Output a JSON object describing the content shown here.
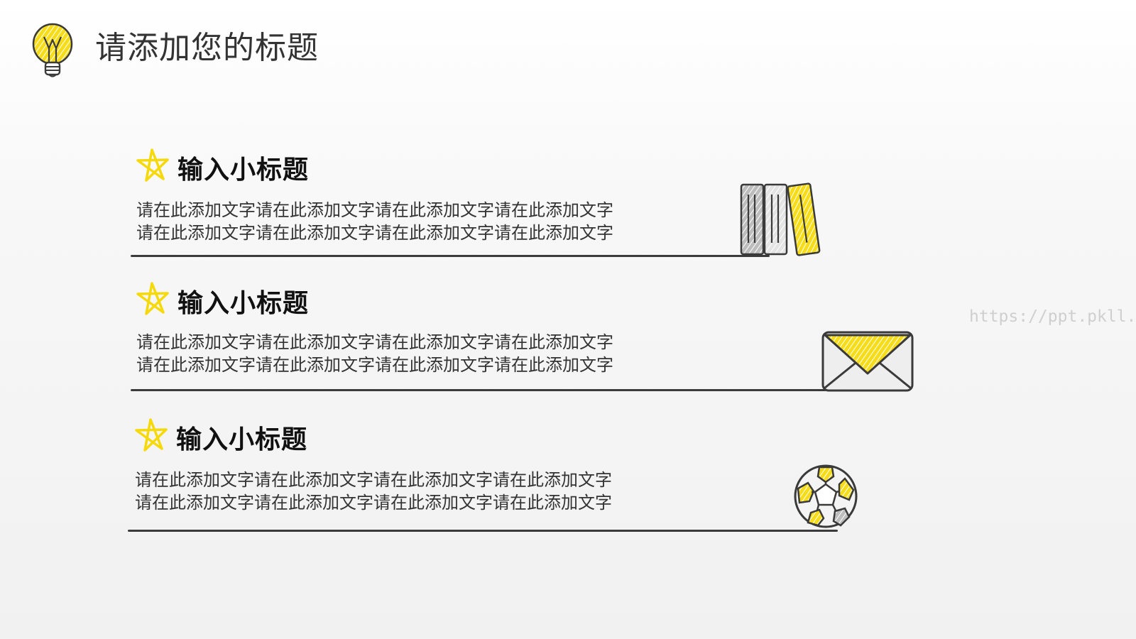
{
  "page": {
    "title": "请添加您的标题",
    "watermark": "https://ppt.pkll.de"
  },
  "sections": [
    {
      "heading": "输入小标题",
      "lines": [
        "请在此添加文字请在此添加文字请在此添加文字请在此添加文字",
        "请在此添加文字请在此添加文字请在此添加文字请在此添加文字"
      ],
      "icon": "books-icon"
    },
    {
      "heading": "输入小标题",
      "lines": [
        "请在此添加文字请在此添加文字请在此添加文字请在此添加文字",
        "请在此添加文字请在此添加文字请在此添加文字请在此添加文字"
      ],
      "icon": "envelope-icon"
    },
    {
      "heading": "输入小标题",
      "lines": [
        "请在此添加文字请在此添加文字请在此添加文字请在此添加文字",
        "请在此添加文字请在此添加文字请在此添加文字请在此添加文字"
      ],
      "icon": "soccer-ball-icon"
    }
  ],
  "colors": {
    "accent": "#f5d90a",
    "ink": "#3a3a3a",
    "watermark": "#cfcfcf"
  }
}
